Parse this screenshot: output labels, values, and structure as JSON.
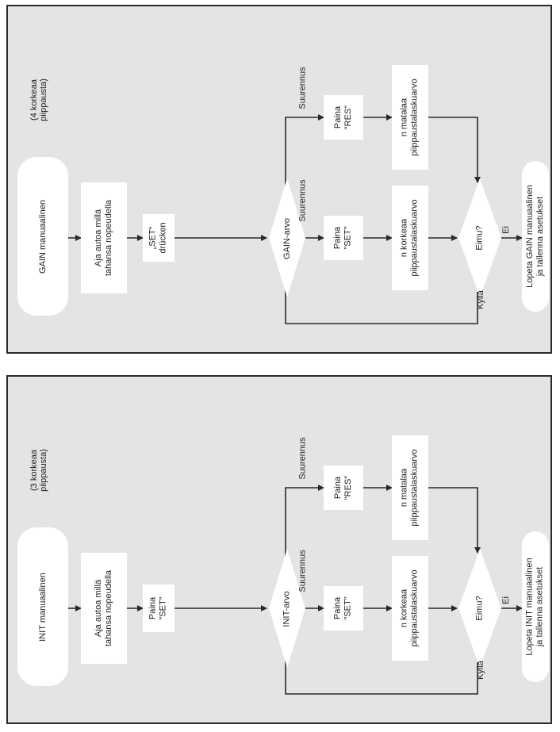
{
  "diagrams": [
    {
      "start": "GAIN manuaalinen",
      "beep_note": [
        "(4 korkeaa",
        "piippausta)"
      ],
      "drive": [
        "Aja autoa millä",
        "tahansa nopeudella"
      ],
      "set_box": [
        "„SET“",
        "drücken"
      ],
      "decision": "GAIN-arvo",
      "inc_label_top": "Suurennus",
      "inc_label_bottom": "Suurennus",
      "res_box": [
        "Paina",
        "\"RES\""
      ],
      "set_press_box": [
        "Paina",
        "\"SET\""
      ],
      "low_count": [
        "n matalaa",
        "piippaustalaskuarvo"
      ],
      "high_count": [
        "n korkeaa",
        "piippaustalaskuarvo"
      ],
      "error_q": "Eimu?",
      "yes": "Kyllä",
      "no": "Ei",
      "end": [
        "Lopeta GAIN manuaalinen",
        "ja tallenna asetukset"
      ]
    },
    {
      "start": "INIT manuaalinen",
      "beep_note": [
        "(3 korkeaa",
        "piippausta)"
      ],
      "drive": [
        "Aja autoa millä",
        "tahansa nopeudella"
      ],
      "set_box": [
        "Paina",
        "\"SET\""
      ],
      "decision": "INIT-arvo",
      "inc_label_top": "Suurennus",
      "inc_label_bottom": "Suurennus",
      "res_box": [
        "Paina",
        "\"RES\""
      ],
      "set_press_box": [
        "Paina",
        "\"SET\""
      ],
      "low_count": [
        "n matalaa",
        "piippaustalaskuarvo"
      ],
      "high_count": [
        "n korkeaa",
        "piippaustalaskuarvo"
      ],
      "error_q": "Eimu?",
      "yes": "Kyllä",
      "no": "Ei",
      "end": [
        "Lopeta INIT manuaalinen",
        "ja tallenna asetukset"
      ]
    }
  ]
}
